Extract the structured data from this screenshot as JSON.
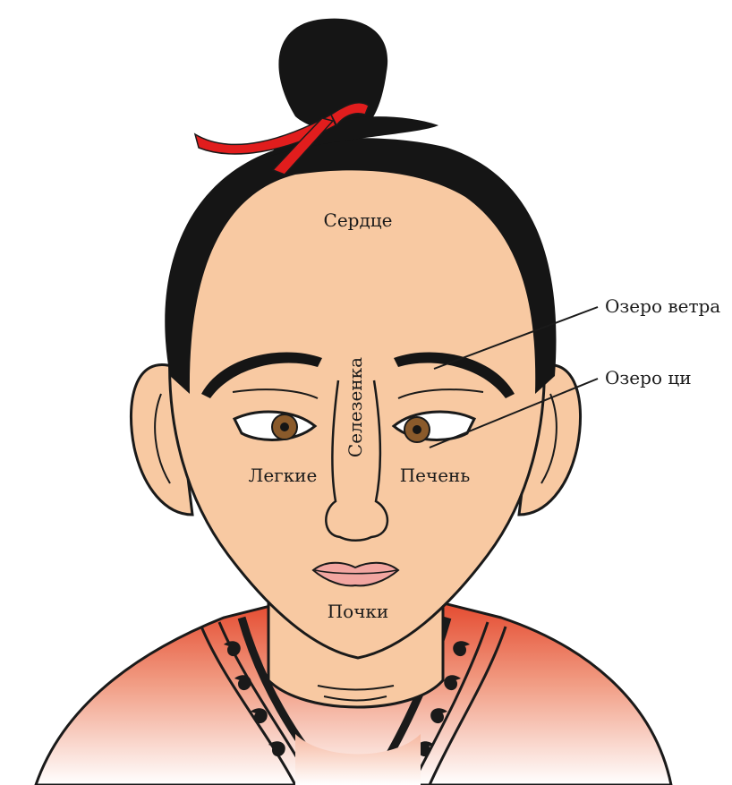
{
  "diagram": {
    "labels": {
      "heart": "Сердце",
      "spleen": "Селезенка",
      "lungs": "Легкие",
      "liver": "Печень",
      "kidneys": "Почки",
      "wind_lake": "Озеро ветра",
      "qi_lake": "Озеро ци"
    }
  },
  "colors": {
    "skin": "#f8c9a2",
    "hair": "#151515",
    "outline": "#1a1a1a",
    "ribbon": "#e11d1d",
    "iris": "#8a5a2b",
    "lips": "#f2a6a1",
    "robe_top": "#e8553a",
    "robe_bottom": "#ffffff"
  }
}
